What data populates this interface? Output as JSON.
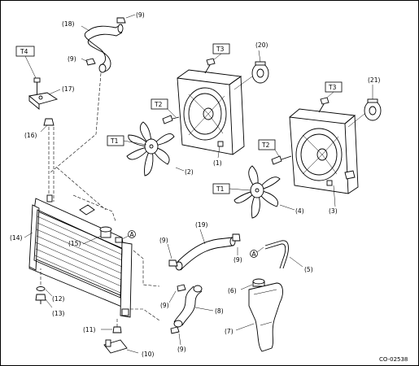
{
  "labels": {
    "l1": "(1)",
    "l2": "(2)",
    "l3": "(3)",
    "l4": "(4)",
    "l5": "(5)",
    "l6": "(6)",
    "l7": "(7)",
    "l8": "(8)",
    "l9a": "(9)",
    "l9b": "(9)",
    "l9c": "(9)",
    "l9d": "(9)",
    "l9e": "(9)",
    "l9f": "(9)",
    "l10": "(10)",
    "l11": "(11)",
    "l12": "(12)",
    "l13": "(13)",
    "l14": "(14)",
    "l15": "(15)",
    "l16": "(16)",
    "l17": "(17)",
    "l18": "(18)",
    "l19": "(19)",
    "l20": "(20)",
    "l21": "(21)"
  },
  "torque_boxes": {
    "t4": "T4",
    "t3a": "T3",
    "t3b": "T3",
    "t2a": "T2",
    "t2b": "T2",
    "t1a": "T1",
    "t1b": "T1"
  },
  "markers": {
    "a1": "A",
    "a2": "A"
  },
  "figure_code": "CO-02538"
}
